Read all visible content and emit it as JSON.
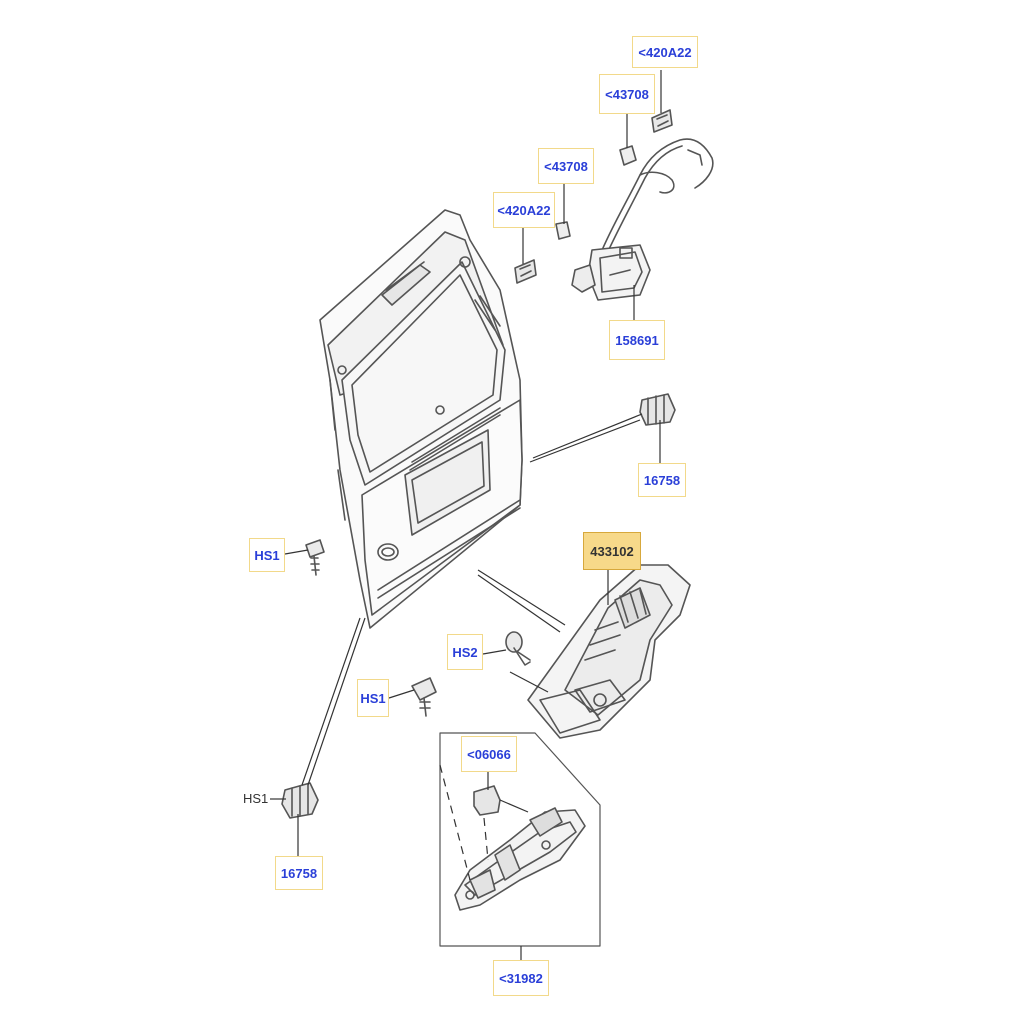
{
  "diagram": {
    "callouts": {
      "c420a22_top": "<420A22",
      "c43708_top": "<43708",
      "c43708_mid": "<43708",
      "c420a22_mid": "<420A22",
      "c158691": "158691",
      "c16758_right": "16758",
      "c433102": "433102",
      "chs1_left": "HS1",
      "chs2": "HS2",
      "chs1_mid": "HS1",
      "c06066": "<06066",
      "c16758_bottom": "16758",
      "c31982": "<31982"
    },
    "plain_labels": {
      "hs1_bottom": "HS1"
    },
    "selected_part": "433102",
    "colors": {
      "callout_text": "#2a3fd8",
      "callout_border": "#f2d98a",
      "selected_fill": "#f7d98a",
      "line": "#333333"
    }
  }
}
